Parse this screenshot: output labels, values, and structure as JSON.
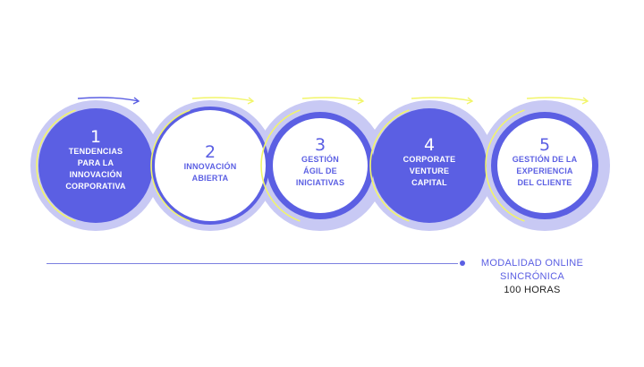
{
  "colors": {
    "primary": "#5b5fe3",
    "lavender": "#c8c9f4",
    "white": "#ffffff",
    "accent_yellow": "#f2f56a",
    "text_dark": "#222222"
  },
  "steps": [
    {
      "number": "1",
      "label": "TENDENCIAS\nPARA LA\nINNOVACIÓN\nCORPORATIVA",
      "style": "filled"
    },
    {
      "number": "2",
      "label": "INNOVACIÓN\nABIERTA",
      "style": "white"
    },
    {
      "number": "3",
      "label": "GESTIÓN\nÁGIL DE\nINICIATIVAS",
      "style": "ring"
    },
    {
      "number": "4",
      "label": "CORPORATE\nVENTURE\nCAPITAL",
      "style": "filled"
    },
    {
      "number": "5",
      "label": "GESTIÓN DE LA\nEXPERIENCIA\nDEL CLIENTE",
      "style": "ring"
    }
  ],
  "footer": {
    "mode": "MODALIDAD ONLINE\nSINCRÓNICA",
    "hours": "100 HORAS"
  }
}
